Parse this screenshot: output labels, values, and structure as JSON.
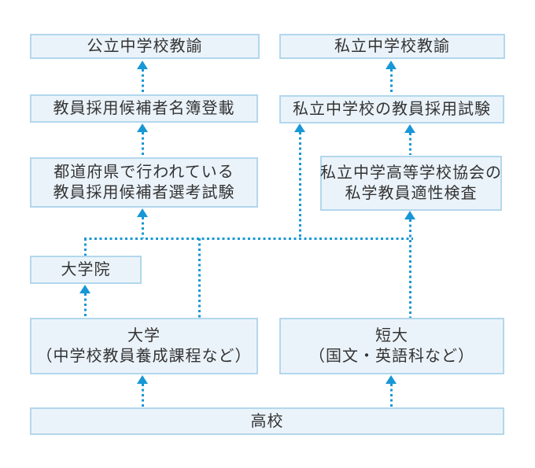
{
  "diagram": {
    "colors": {
      "arrow_blue": "#1897d6",
      "box_fill": "#ebf3fa",
      "box_border": "#b2d7ec",
      "text": "#333333",
      "background": "#ffffff"
    },
    "nodes": {
      "public_teacher": {
        "line1": "公立中学校教諭"
      },
      "private_teacher": {
        "line1": "私立中学校教諭"
      },
      "roster": {
        "line1": "教員採用候補者名簿登載"
      },
      "private_exam": {
        "line1": "私立中学校の教員採用試験"
      },
      "prefectural_exam": {
        "line1": "都道府県で行われている",
        "line2": "教員採用候補者選考試験"
      },
      "aptitude_test": {
        "line1": "私立中学高等学校協会の",
        "line2": "私学教員適性検査"
      },
      "grad_school": {
        "line1": "大学院"
      },
      "university": {
        "line1": "大学",
        "line2": "（中学校教員養成課程など）"
      },
      "junior_college": {
        "line1": "短大",
        "line2": "（国文・英語科など）"
      },
      "high_school": {
        "line1": "高校"
      }
    }
  }
}
